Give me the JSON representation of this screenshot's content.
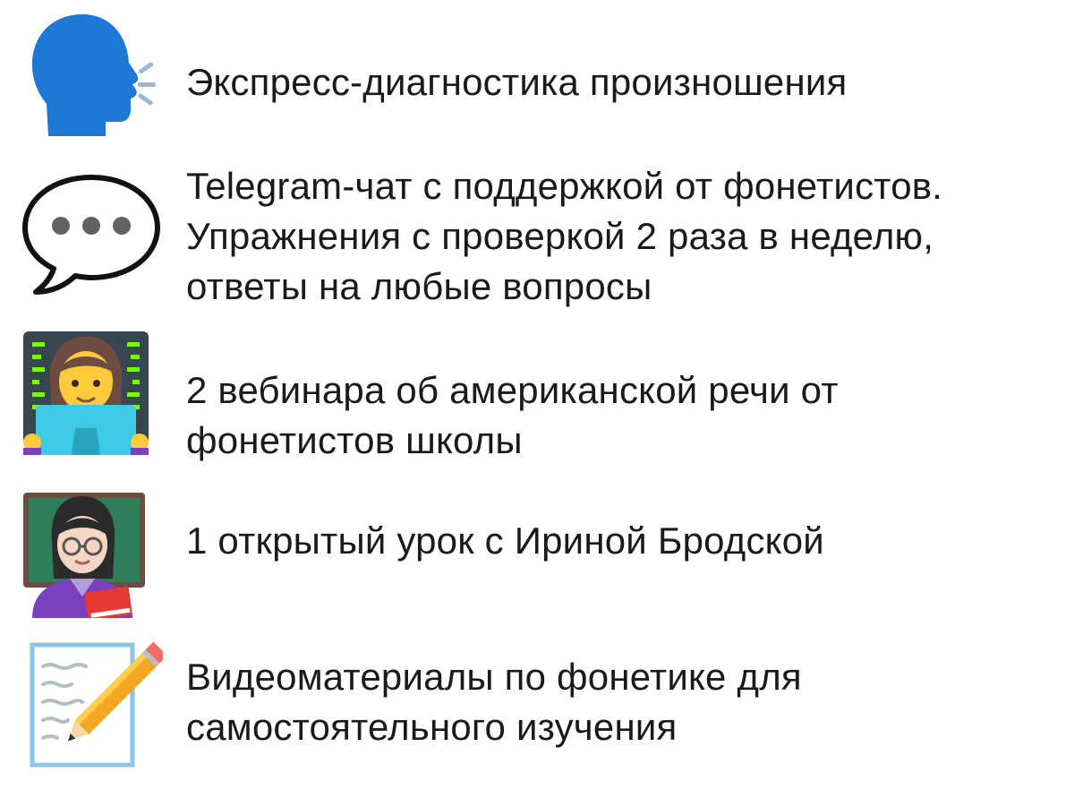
{
  "features": [
    {
      "icon": "speaking-head-icon",
      "lines": [
        "Экспресс-диагностика произношения"
      ]
    },
    {
      "icon": "speech-bubble-icon",
      "lines": [
        "Telegram-чат с поддержкой от фонетистов.",
        "Упражнения с проверкой 2 раза в неделю,",
        "ответы на любые вопросы"
      ]
    },
    {
      "icon": "woman-technologist-icon",
      "lines": [
        "2 вебинара об американской речи от",
        "фонетистов школы"
      ]
    },
    {
      "icon": "woman-teacher-icon",
      "lines": [
        "1 открытый урок с Ириной Бродской"
      ]
    },
    {
      "icon": "memo-pencil-icon",
      "lines": [
        "Видеоматериалы по фонетике для",
        "самостоятельного изучения"
      ]
    }
  ],
  "colors": {
    "text": "#1a1a1a",
    "head_blue": "#1e78d6",
    "bubble_dots": "#5f6368",
    "laptop_cyan": "#3ec9e6",
    "hair_brown": "#6d4c41",
    "skin": "#ffc93c",
    "board_green": "#2e7d5b",
    "book_red": "#e53935",
    "pencil_orange": "#f5a623",
    "memo_border": "#8ac6e8"
  }
}
